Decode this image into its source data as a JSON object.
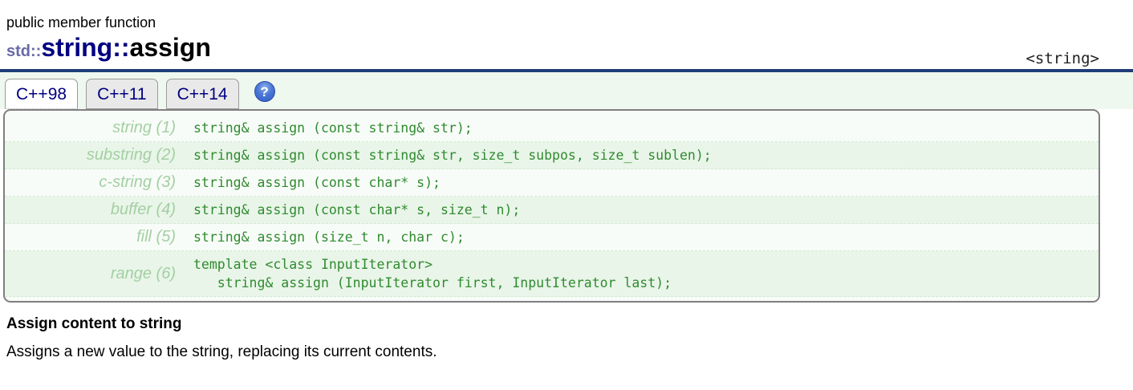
{
  "page": {
    "kind_label": "public member function",
    "title": {
      "prefix": "std::",
      "class_name": "string",
      "separator": "::",
      "member": "assign"
    },
    "header_include": "<string>"
  },
  "tabs": [
    {
      "label": "C++98",
      "active": true
    },
    {
      "label": "C++11",
      "active": false
    },
    {
      "label": "C++14",
      "active": false
    }
  ],
  "help_icon_glyph": "?",
  "declarations": {
    "rows": [
      {
        "label": "string (1)",
        "code": [
          "string& assign (const string& str);"
        ]
      },
      {
        "label": "substring (2)",
        "code": [
          "string& assign (const string& str, size_t subpos, size_t sublen);"
        ]
      },
      {
        "label": "c-string (3)",
        "code": [
          "string& assign (const char* s);"
        ]
      },
      {
        "label": "buffer (4)",
        "code": [
          "string& assign (const char* s, size_t n);"
        ]
      },
      {
        "label": "fill (5)",
        "code": [
          "string& assign (size_t n, char c);"
        ]
      },
      {
        "label": "range (6)",
        "code": [
          "template <class InputIterator>",
          "   string& assign (InputIterator first, InputIterator last);"
        ]
      }
    ]
  },
  "description": {
    "heading": "Assign content to string",
    "text": "Assigns a new value to the string, replacing its current contents."
  },
  "colors": {
    "navy": "#000081",
    "rule": "#1f3d78",
    "std-prefix": "#6868a8",
    "strip-bg": "#eff8ef",
    "box-bg": "#f8fcf8",
    "row-alt": "#e9f5e9",
    "label-green": "#a3cfa3",
    "code-green": "#308a30",
    "border-gray": "#7f7f7f",
    "tab-border": "#9a9a9a",
    "tab-bg": "#e9e9e9",
    "help-blue": "#2f5cc4"
  }
}
